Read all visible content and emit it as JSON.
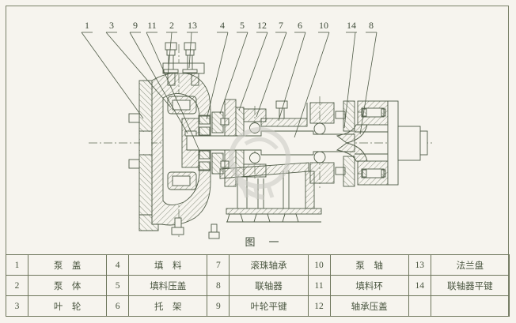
{
  "figure": {
    "caption": "图　一",
    "type_note": "centrifugal pump cross-section drawing"
  },
  "callouts": [
    "1",
    "3",
    "9",
    "11",
    "2",
    "13",
    "4",
    "5",
    "12",
    "7",
    "6",
    "10",
    "14",
    "8"
  ],
  "table": {
    "rows": [
      [
        "1",
        "泵　盖",
        "4",
        "填　料",
        "7",
        "滚珠轴承",
        "10",
        "泵　轴",
        "13",
        "法兰盘"
      ],
      [
        "2",
        "泵　体",
        "5",
        "填料压盖",
        "8",
        "联轴器",
        "11",
        "填料环",
        "14",
        "联轴器平键"
      ],
      [
        "3",
        "叶　轮",
        "6",
        "托　架",
        "9",
        "叶轮平键",
        "12",
        "轴承压盖",
        "",
        ""
      ]
    ]
  },
  "colors": {
    "line": "#4f5b47",
    "background": "#f6f4ee",
    "table_border": "#6e765c",
    "watermark": "#c9c9c3"
  }
}
